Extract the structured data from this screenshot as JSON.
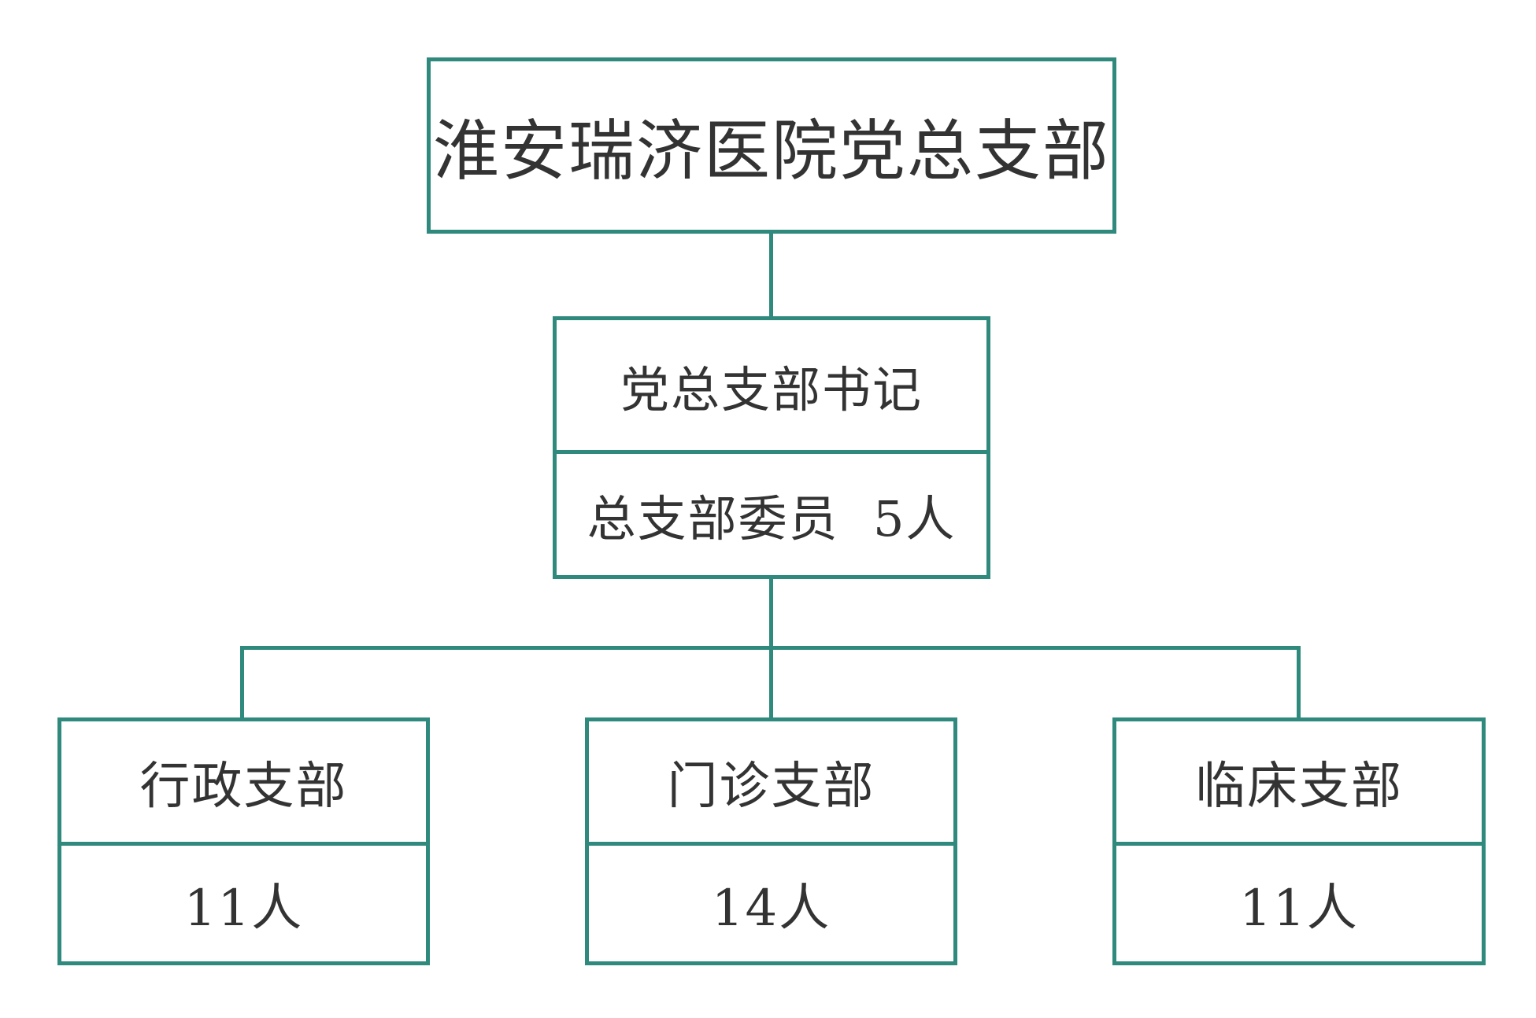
{
  "root": {
    "title": "淮安瑞济医院党总支部"
  },
  "secretary": {
    "title": "党总支部书记",
    "members": "总支部委员  5人"
  },
  "branches": [
    {
      "name": "行政支部",
      "count": "11人"
    },
    {
      "name": "门诊支部",
      "count": "14人"
    },
    {
      "name": "临床支部",
      "count": "11人"
    }
  ]
}
